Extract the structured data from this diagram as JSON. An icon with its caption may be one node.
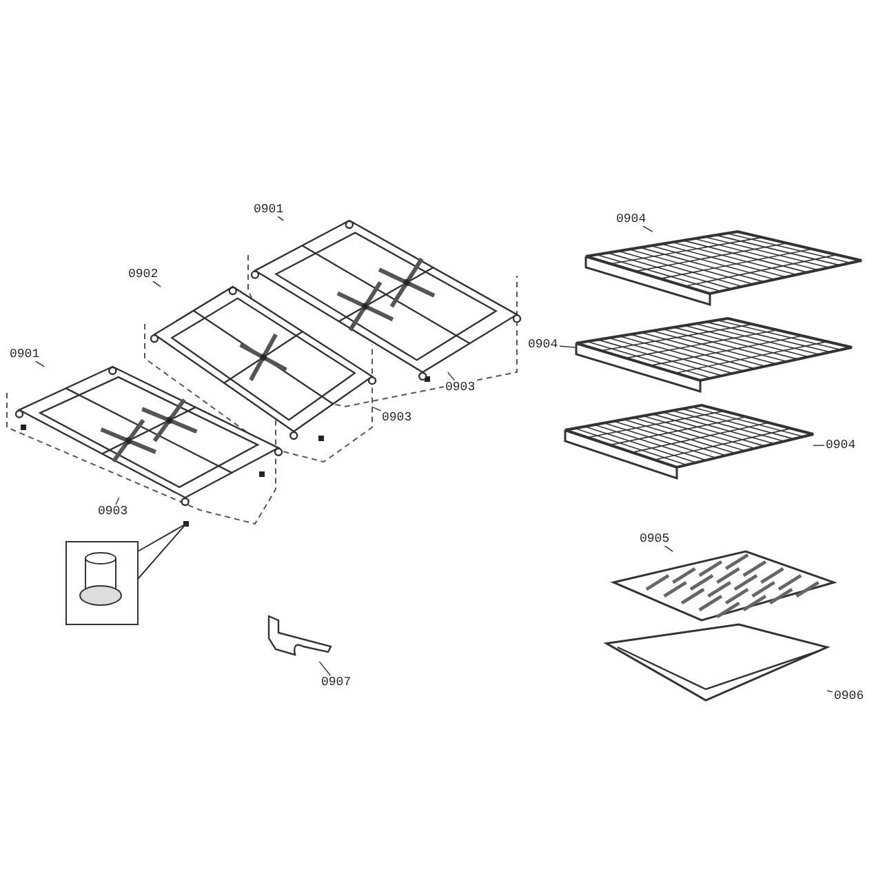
{
  "diagram": {
    "nodes": [
      {
        "text": [
          "0901"
        ]
      },
      {
        "text": [],
        "shape": "picture"
      },
      {
        "text": [
          "0902"
        ]
      },
      {
        "text": [],
        "shape": "picture"
      },
      {
        "text": [
          "0903"
        ]
      },
      {
        "text": [
          "0903"
        ]
      },
      {
        "text": [
          "0901"
        ]
      },
      {
        "text": [],
        "shape": "picture"
      },
      {
        "text": [
          "0903"
        ]
      },
      {
        "text": [
          "0904"
        ]
      },
      {
        "text": [],
        "shape": "picture"
      },
      {
        "text": [
          "0904"
        ]
      },
      {
        "text": [],
        "shape": "picture"
      },
      {
        "text": [
          "0904"
        ]
      },
      {
        "text": [],
        "shape": "picture"
      },
      {
        "text": [
          "0905"
        ]
      },
      {
        "text": [],
        "shape": "picture"
      },
      {
        "text": [
          "0906"
        ]
      },
      {
        "text": [],
        "shape": "picture"
      },
      {
        "text": [
          "0907"
        ]
      },
      {
        "text": [],
        "shape": "picture"
      }
    ],
    "edges": [
      {
        "from": 0,
        "to": 1,
        "arrow": "none"
      },
      {
        "from": 2,
        "to": 3,
        "arrow": "none"
      },
      {
        "from": 4,
        "to": 1,
        "arrow": "none"
      },
      {
        "from": 5,
        "to": 3,
        "arrow": "none"
      },
      {
        "from": 6,
        "to": 7,
        "arrow": "none"
      },
      {
        "from": 8,
        "to": 7,
        "arrow": "none"
      },
      {
        "from": 9,
        "to": 10,
        "arrow": "none"
      },
      {
        "from": 11,
        "to": 12,
        "arrow": "none"
      },
      {
        "from": 13,
        "to": 14,
        "arrow": "none"
      },
      {
        "from": 15,
        "to": 16,
        "arrow": "none"
      },
      {
        "from": 17,
        "to": 18,
        "arrow": "none"
      },
      {
        "from": 19,
        "to": 20,
        "arrow": "none"
      }
    ]
  }
}
